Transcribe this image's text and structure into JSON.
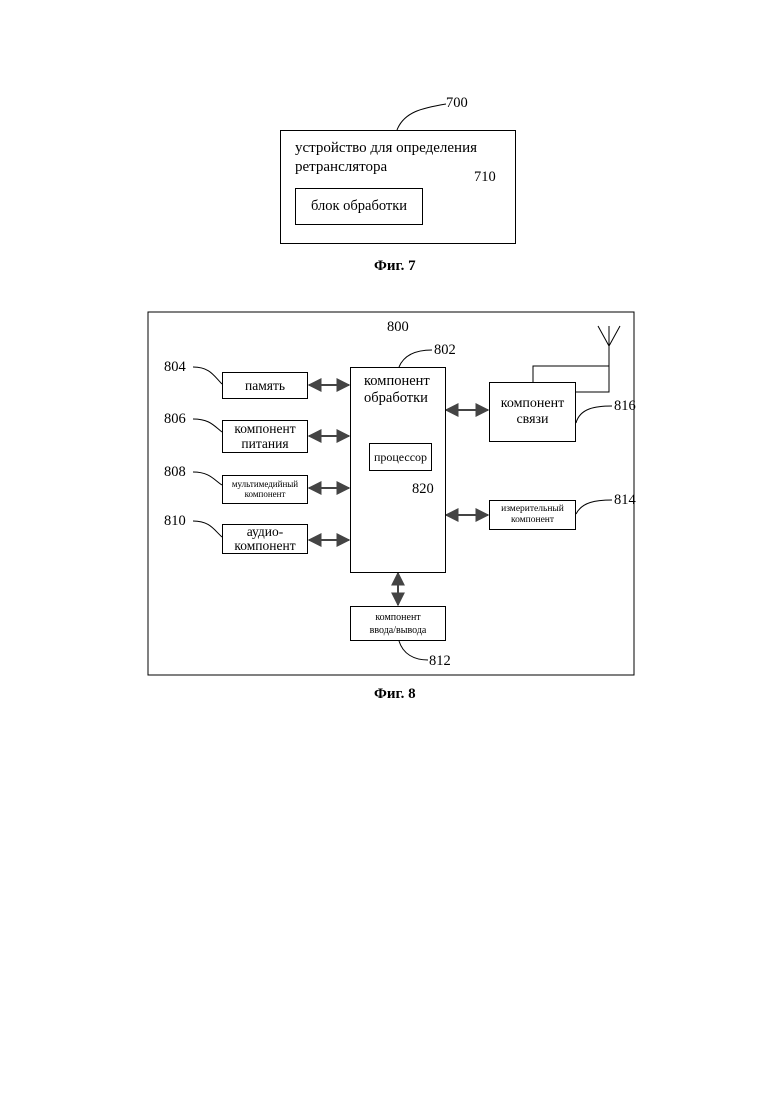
{
  "fig7": {
    "ref_device": "700",
    "device_line1": "устройство для определения",
    "device_line2": "ретранслятора",
    "ref_unit": "710",
    "unit_label": "блок обработки",
    "caption": "Фиг. 7"
  },
  "fig8": {
    "ref_system": "800",
    "ref_processing": "802",
    "processing_line1": "компонент",
    "processing_line2": "обработки",
    "ref_processor": "820",
    "processor_label": "процессор",
    "ref_memory": "804",
    "memory_label": "память",
    "ref_power": "806",
    "power_line1": "компонент",
    "power_line2": "питания",
    "ref_multimedia": "808",
    "multimedia_line1": "мультимедийный",
    "multimedia_line2": "компонент",
    "ref_audio": "810",
    "audio_line1": "аудио-",
    "audio_line2": "компонент",
    "ref_io": "812",
    "io_line1": "компонент",
    "io_line2": "ввода/вывода",
    "ref_sensor": "814",
    "sensor_line1": "измерительный",
    "sensor_line2": "компонент",
    "ref_comm": "816",
    "comm_line1": "компонент",
    "comm_line2": "связи",
    "caption": "Фиг. 8"
  },
  "connections": [
    {
      "from": "memory",
      "to": "processing",
      "direction": "bidirectional"
    },
    {
      "from": "power",
      "to": "processing",
      "direction": "bidirectional"
    },
    {
      "from": "multimedia",
      "to": "processing",
      "direction": "bidirectional"
    },
    {
      "from": "audio",
      "to": "processing",
      "direction": "bidirectional"
    },
    {
      "from": "processing",
      "to": "io",
      "direction": "bidirectional"
    },
    {
      "from": "processing",
      "to": "comm",
      "direction": "bidirectional"
    },
    {
      "from": "processing",
      "to": "sensor",
      "direction": "bidirectional"
    }
  ]
}
